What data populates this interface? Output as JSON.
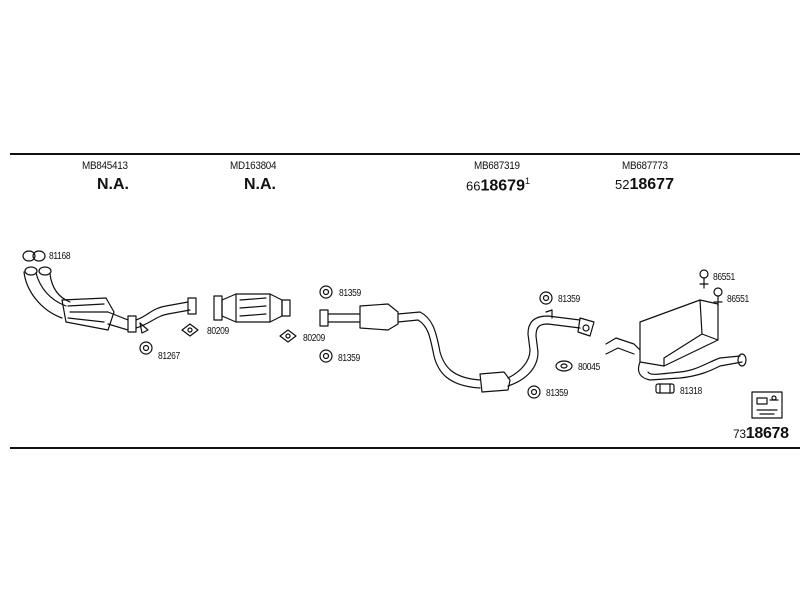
{
  "header": {
    "columns": [
      {
        "part_number": "MB845413",
        "group_number": "N.A."
      },
      {
        "part_number": "MD163804",
        "group_number": "N.A."
      },
      {
        "part_number": "MB687319",
        "group_prefix": "66",
        "group_number": "18679",
        "superscript": "1"
      },
      {
        "part_number": "MB687773",
        "group_prefix": "52",
        "group_number": "18677"
      }
    ]
  },
  "labels": {
    "clamp_81168": "81168",
    "nut_81267": "81267",
    "gasket_80209_a": "80209",
    "gasket_80209_b": "80209",
    "clamp_81359_a": "81359",
    "clamp_81359_b": "81359",
    "clamp_81359_c": "81359",
    "clamp_81359_d": "81359",
    "gasket_80045": "80045",
    "hanger_86551_a": "86551",
    "hanger_86551_b": "86551",
    "rubber_81318": "81318"
  },
  "footer": {
    "ref_prefix": "73",
    "ref_number": "18678"
  }
}
